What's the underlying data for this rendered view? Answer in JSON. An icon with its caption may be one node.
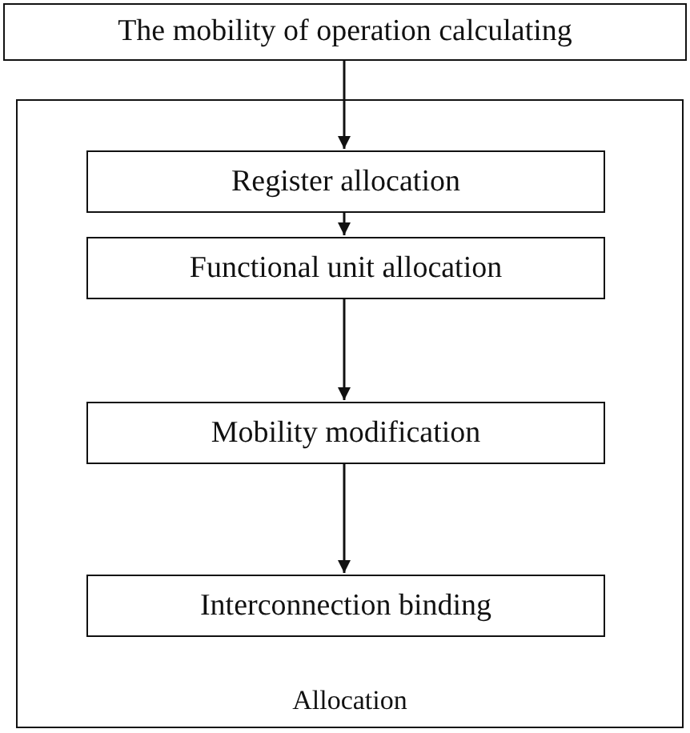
{
  "diagram": {
    "nodes": [
      {
        "text": [
          "The mobility of operation calculating"
        ]
      },
      {
        "text": [
          "Allocation"
        ]
      },
      {
        "text": [
          "Register allocation"
        ],
        "in": 1
      },
      {
        "text": [
          "Functional unit allocation"
        ],
        "in": 1
      },
      {
        "text": [
          "Mobility modification"
        ],
        "in": 1
      },
      {
        "text": [
          "Interconnection binding"
        ],
        "in": 1
      }
    ],
    "edges": [
      {
        "from": 0,
        "to": 2,
        "arrow": "to"
      },
      {
        "from": 2,
        "to": 3,
        "arrow": "to"
      },
      {
        "from": 3,
        "to": 4,
        "arrow": "to"
      },
      {
        "from": 4,
        "to": 5,
        "arrow": "to"
      }
    ]
  }
}
